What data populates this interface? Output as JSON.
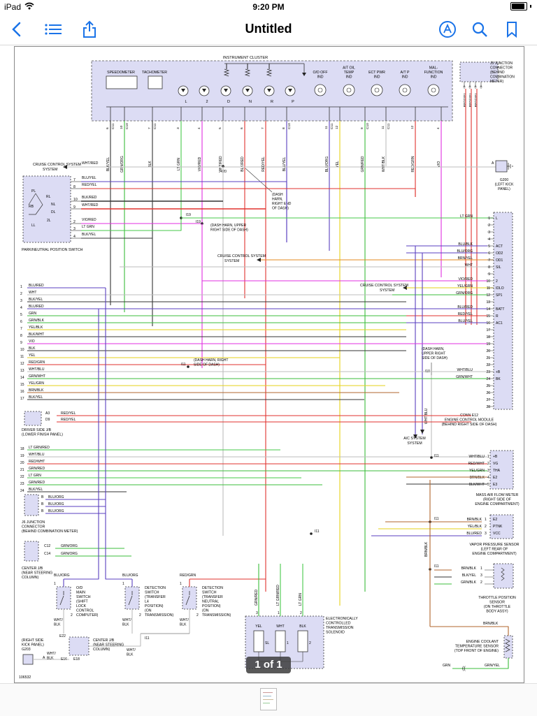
{
  "status_bar": {
    "device": "iPad",
    "time": "9:20 PM"
  },
  "toolbar": {
    "title": "Untitled"
  },
  "page_indicator": "1 of 1",
  "diagram": {
    "id_code": "106532",
    "cluster": {
      "title": "INSTRUMENT CLUSTER",
      "gauges": [
        "SPEEDOMETER",
        "TACHOMETER"
      ],
      "shift_leds": [
        "L",
        "2",
        "D",
        "N",
        "R",
        "P"
      ],
      "indicators": [
        "O/D OFF IND",
        "A/T OIL TEMP IND",
        "ECT PWR IND",
        "A/T P IND",
        "MAL-FUNCTION IND"
      ],
      "pin_labels": [
        "6",
        "C11",
        "10",
        "C10",
        "7",
        "C11",
        "3",
        "4",
        "5",
        "6",
        "7",
        "8",
        "C10",
        "11",
        "C11",
        "12",
        "9",
        "C10",
        "11",
        "C11",
        "12",
        "C11",
        "4"
      ],
      "wire_labels": [
        "BLK/YEL",
        "GRN/ORG",
        "BLK",
        "LT GRN",
        "VIO/RED",
        "WHT/RED",
        "BLK/RED",
        "RED/YEL",
        "BLU/YEL",
        "BLU/ORG",
        "YEL",
        "GRN/RED",
        "WHT/BLK",
        "RED/GRN",
        "VIO"
      ]
    },
    "j5": {
      "name": "J5 JUNCTION CONNECTOR (BEHIND COMBINATION METER)",
      "pins": [
        "A",
        "A",
        "A",
        "A"
      ],
      "wires": [
        "RED/YEL",
        "RED/YEL",
        "RED/YEL"
      ]
    },
    "g200": {
      "name": "G200 (LEFT KICK PANEL)"
    },
    "park_switch": {
      "name": "PARK/NEUTRAL POSITION SWITCH",
      "labels": [
        "PL",
        "RL",
        "NL",
        "RB",
        "DL",
        "2L",
        "LL"
      ],
      "rows": [
        {
          "pin": "7",
          "wire": "BLU/YEL"
        },
        {
          "pin": "8",
          "wire": "RED/YEL"
        },
        {
          "pin": "10",
          "wire": "BLK/RED"
        },
        {
          "pin": "9",
          "wire": "WHT/RED"
        },
        {
          "pin": "2",
          "wire": "VIO/RED"
        },
        {
          "pin": "3",
          "wire": "LT GRN"
        },
        {
          "pin": "4",
          "wire": "BLK/YEL"
        }
      ]
    },
    "cruise_labels": [
      "CRUISE CONTROL SYSTEM",
      "CRUISE CONTROL SYSTEM",
      "CRUISE CONTROL SYSTEM"
    ],
    "cruise_wire": "WHT/RED",
    "splices": [
      "I20",
      "I19",
      "I19",
      "I11",
      "I10",
      "I11",
      "I11",
      "I11",
      "I11"
    ],
    "splice_notes": [
      "(DASH HARN, RIGHT END OF DASH)",
      "(DASH HARN, UPPER RIGHT SIDE OF DASH)",
      "(DASH HARN, RIGHT SIDE OF DASH)",
      "(DASH HARN, UPPER RIGHT SIDE OF DASH)"
    ],
    "connector_left_rows": [
      {
        "pin": "1",
        "wire": "BLU/RED"
      },
      {
        "pin": "2",
        "wire": "WHT"
      },
      {
        "pin": "3",
        "wire": "BLK/YEL"
      },
      {
        "pin": "4",
        "wire": "BLU/RED"
      },
      {
        "pin": "5",
        "wire": "GRN"
      },
      {
        "pin": "6",
        "wire": "GRN/BLK"
      },
      {
        "pin": "7",
        "wire": "YEL/BLK"
      },
      {
        "pin": "8",
        "wire": "BLK/WHT"
      },
      {
        "pin": "9",
        "wire": "VIO"
      },
      {
        "pin": "10",
        "wire": "BLK"
      },
      {
        "pin": "11",
        "wire": "YEL"
      },
      {
        "pin": "12",
        "wire": "RED/GRN"
      },
      {
        "pin": "13",
        "wire": "WHT/BLU"
      },
      {
        "pin": "14",
        "wire": "GRN/WHT"
      },
      {
        "pin": "15",
        "wire": "YEL/GRN"
      },
      {
        "pin": "16",
        "wire": "BRN/BLK"
      },
      {
        "pin": "17",
        "wire": "BLK/YEL"
      }
    ],
    "connector_left_rows_2": [
      {
        "pin": "18",
        "wire": "LT GRN/RED"
      },
      {
        "pin": "19",
        "wire": "WHT/BLU"
      },
      {
        "pin": "20",
        "wire": "RED/WHT"
      },
      {
        "pin": "21",
        "wire": "GRN/RED"
      },
      {
        "pin": "22",
        "wire": "LT GRN"
      },
      {
        "pin": "23",
        "wire": "GRN/RED"
      },
      {
        "pin": "24",
        "wire": "BLK/YEL"
      }
    ],
    "ecm": {
      "name_lines": [
        "CONN E12",
        "ENGINE CONTROL MODULE",
        "(BEHIND RIGHT SIDE OF DASH)"
      ],
      "pins": [
        {
          "pin": "1",
          "label": "L",
          "wire": "LT GRN"
        },
        {
          "pin": "2",
          "label": "",
          "wire": ""
        },
        {
          "pin": "3",
          "label": "",
          "wire": ""
        },
        {
          "pin": "4",
          "label": "",
          "wire": ""
        },
        {
          "pin": "5",
          "label": "ACT",
          "wire": "BLU/BLK"
        },
        {
          "pin": "6",
          "label": "OD2",
          "wire": "BLU/ORG"
        },
        {
          "pin": "7",
          "label": "OD1",
          "wire": "BRN/YEL"
        },
        {
          "pin": "8",
          "label": "SIL",
          "wire": "WHT"
        },
        {
          "pin": "9",
          "label": "",
          "wire": ""
        },
        {
          "pin": "10",
          "label": "2",
          "wire": "VIO/RED"
        },
        {
          "pin": "11",
          "label": "IDLO",
          "wire": "YEL/GRN"
        },
        {
          "pin": "12",
          "label": "SP1",
          "wire": "GRN/ORG"
        },
        {
          "pin": "13",
          "label": "",
          "wire": ""
        },
        {
          "pin": "14",
          "label": "BATT",
          "wire": "BLU/RED"
        },
        {
          "pin": "15",
          "label": "R",
          "wire": "RED/YEL"
        },
        {
          "pin": "16",
          "label": "AC1",
          "wire": "BLU/YEL"
        },
        {
          "pin": "17",
          "label": "",
          "wire": ""
        },
        {
          "pin": "18",
          "label": "",
          "wire": ""
        },
        {
          "pin": "19",
          "label": "",
          "wire": ""
        },
        {
          "pin": "20",
          "label": "",
          "wire": ""
        },
        {
          "pin": "21",
          "label": "",
          "wire": ""
        },
        {
          "pin": "22",
          "label": "",
          "wire": ""
        },
        {
          "pin": "23",
          "label": "+B",
          "wire": "WHT/BLU"
        },
        {
          "pin": "24",
          "label": "BK",
          "wire": "GRN/WHT"
        },
        {
          "pin": "25",
          "label": "",
          "wire": ""
        },
        {
          "pin": "26",
          "label": "",
          "wire": ""
        },
        {
          "pin": "27",
          "label": "",
          "wire": ""
        },
        {
          "pin": "28",
          "label": "",
          "wire": ""
        }
      ]
    },
    "ac_system": "A/C SYSTEM",
    "vertical_wire": "WHT/BLU",
    "driver_jb": {
      "name": "DRIVER SIDE J/B (LOWER FINISH PANEL)",
      "rows": [
        {
          "pin": "A3",
          "wire": "RED/YEL"
        },
        {
          "pin": "D9",
          "wire": "RED/YEL"
        }
      ]
    },
    "j6": {
      "name": "J6 JUNCTION CONNECTOR (BEHIND COMBINATION METER)",
      "rows": [
        {
          "pin": "B",
          "wire": "BLU/ORG"
        },
        {
          "pin": "B",
          "wire": "BLU/ORG"
        },
        {
          "pin": "B",
          "wire": "BLU/ORG"
        }
      ]
    },
    "center_jb": {
      "name": "CENTER J/B (NEAR STEERING COLUMN)",
      "rows": [
        {
          "pin": "C12",
          "wire": "GRN/ORG"
        },
        {
          "pin": "C14",
          "wire": "GRN/ORG"
        }
      ]
    },
    "maf": {
      "name_lines": [
        "MASS AIR FLOW METER",
        "(RIGHT SIDE OF",
        "ENGINE COMPARTMENT)"
      ],
      "rows": [
        {
          "wire": "WHT/BLU",
          "pin": "1",
          "label": "+B"
        },
        {
          "wire": "RED/WHT",
          "pin": "2",
          "label": "VG"
        },
        {
          "wire": "YEL/GRN",
          "pin": "3",
          "label": "THA"
        },
        {
          "wire": "BRN/BLK",
          "pin": "4",
          "label": "E2"
        },
        {
          "wire": "BLK/WHT",
          "pin": "5",
          "label": "E3"
        }
      ]
    },
    "vps": {
      "name_lines": [
        "VAPOR PRESSURE SENSOR",
        "(LEFT REAR OF",
        "ENGINE COMPARTMENT)"
      ],
      "rows": [
        {
          "wire": "BRN/BLK",
          "pin": "1",
          "label": "E2"
        },
        {
          "wire": "YEL/BLK",
          "pin": "2",
          "label": "PTNK"
        },
        {
          "wire": "BLU/RED",
          "pin": "3",
          "label": "VCC"
        }
      ]
    },
    "tps": {
      "name_lines": [
        "THROTTLE POSITION",
        "SENSOR",
        "(ON THROTTLE",
        "BODY ASSY)"
      ],
      "rows": [
        {
          "wire": "BRN/BLK",
          "pin": "1"
        },
        {
          "wire": "BLK/YEL",
          "pin": "3"
        },
        {
          "wire": "GRN/BLK",
          "pin": "2"
        }
      ]
    },
    "ect": {
      "name_lines": [
        "ENGINE COOLANT",
        "TEMPERATURE SENSOR",
        "(TOP FRONT OF ENGINE)"
      ],
      "wire_top": "BRN/BLK",
      "wire_bottom": "GRN/YEL",
      "wire_left": "GRN"
    },
    "side_wire": "BRN/BLK",
    "od_switch": {
      "name_lines": [
        "O/D",
        "MAIN",
        "SWITCH",
        "(SHIFT",
        "LOCK",
        "CONTROL",
        "COMPUTER)"
      ],
      "wire_top": "BLU/ORG",
      "wire_bottom": "WHT/BLK",
      "pin_top": "1",
      "pin_bottom": "2"
    },
    "det_l4": {
      "name_lines": [
        "DETECTION",
        "SWITCH",
        "(TRANSFER",
        "L4",
        "POSITION)",
        "(ON",
        "TRANSMISSION)"
      ],
      "wire_top": "BLU/ORG",
      "wire_bottom": "WHT/BLK",
      "pin_top": "1",
      "pin_bottom": "2"
    },
    "det_n": {
      "name_lines": [
        "DETECTION",
        "SWITCH",
        "(TRANSFER",
        "NEUTRAL",
        "POSITION)",
        "(ON",
        "TRANSMISSION)"
      ],
      "wire_top": "RED/GRN",
      "wire_bottom": "WHT/BLK",
      "pin_top": "1",
      "pin_bottom": "2"
    },
    "solenoid": {
      "name_lines": [
        "ELECTRONICALLY",
        "CONTROLLED",
        "TRANSMISSION",
        "SOLENOID"
      ],
      "cols": [
        "YEL",
        "WHT",
        "BLK"
      ],
      "pins": [
        "3",
        "1",
        "2"
      ],
      "labels": [
        "SL",
        "1",
        "2"
      ],
      "wires": [
        "GRN/RED",
        "LT GRN/RED",
        "LT GRN"
      ]
    },
    "center_jb2": {
      "name_lines": [
        "CENTER J/B",
        "(NEAR STEERING",
        "COLUMN)"
      ],
      "pins": [
        "E22",
        "E16",
        "E18"
      ]
    },
    "g203": {
      "name_lines": [
        "(RIGHT SIDE",
        "KICK PANEL)",
        "G203"
      ],
      "pin": "A",
      "wire": "WHT/BLK"
    },
    "e22_wire": "WHT/BLK"
  }
}
